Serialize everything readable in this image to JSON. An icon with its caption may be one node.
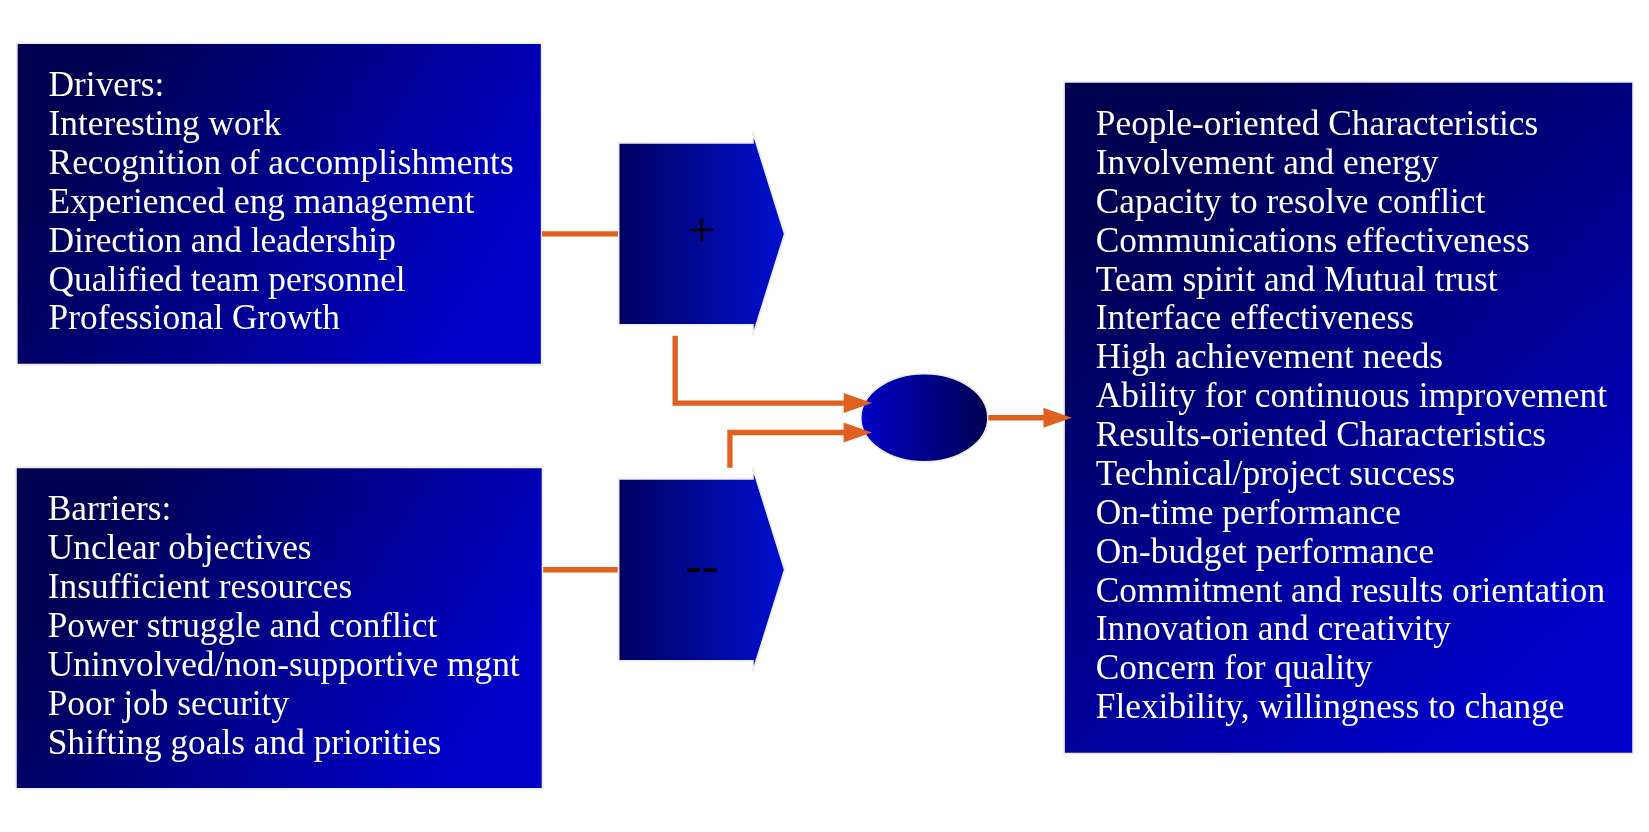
{
  "diagram": {
    "nodes": [
      {
        "text": [
          "Drivers:",
          "Interesting work",
          "Recognition of accomplishments",
          "Experienced eng management",
          "Direction and leadership",
          "Qualified team personnel",
          "Professional Growth"
        ]
      },
      {
        "text": [
          "Barriers:",
          "Unclear objectives",
          "Insufficient resources",
          "Power struggle and conflict",
          "Uninvolved/non-supportive mgnt",
          "Poor job security",
          "Shifting goals and priorities"
        ]
      },
      {
        "text": [
          "+"
        ]
      },
      {
        "text": [
          "--"
        ]
      },
      {
        "text": [],
        "shape": "circle"
      },
      {
        "text": [
          "People-oriented Characteristics",
          "Involvement and energy",
          "Capacity to resolve conflict",
          "Communications effectiveness",
          "Team spirit and Mutual trust",
          "Interface effectiveness",
          "High achievement needs",
          "Ability for continuous improvement",
          "Results-oriented Characteristics",
          "Technical/project success",
          "On-time performance",
          "On-budget performance",
          "Commitment and results orientation",
          "Innovation and creativity",
          "Concern for quality",
          "Flexibility, willingness to change"
        ]
      }
    ],
    "edges": [
      {
        "from": 0,
        "to": 2,
        "arrow": "none"
      },
      {
        "from": 1,
        "to": 3,
        "arrow": "none"
      },
      {
        "from": 2,
        "to": 4,
        "arrow": "to"
      },
      {
        "from": 3,
        "to": 4,
        "arrow": "to"
      },
      {
        "from": 4,
        "to": 5,
        "arrow": "to"
      }
    ]
  }
}
